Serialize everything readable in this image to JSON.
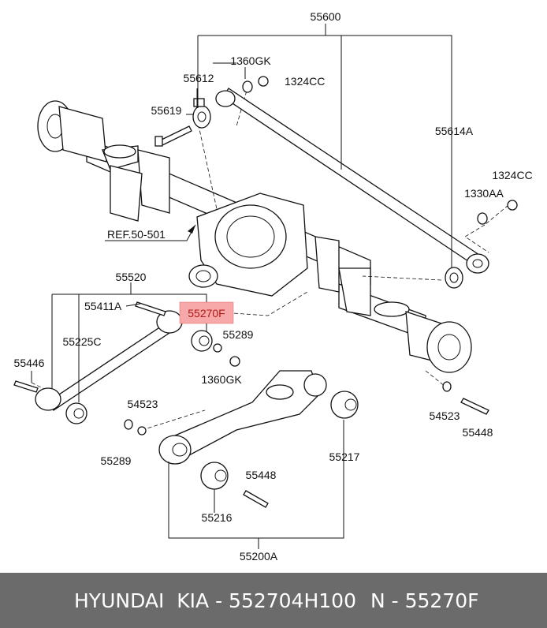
{
  "labels": {
    "p55600": "55600",
    "p55612": "55612",
    "p1360gk_top": "1360GK",
    "p1324cc_top": "1324CC",
    "p55619": "55619",
    "p55614a": "55614A",
    "p1324cc_right": "1324CC",
    "p1330aa": "1330AA",
    "ref": "REF.50-501",
    "p55520": "55520",
    "p55411a": "55411A",
    "p55270f": "55270F",
    "p55225c": "55225C",
    "p55289_right": "55289",
    "p55446": "55446",
    "p1360gk_mid": "1360GK",
    "p54523_left": "54523",
    "p54523_right": "54523",
    "p55448_right": "55448",
    "p55289_left": "55289",
    "p55217": "55217",
    "p55448_mid": "55448",
    "p55216": "55216",
    "p55200a": "55200A"
  },
  "footer": {
    "brands": "HYUNDAI  KIA - 552704H100",
    "number": "N - 55270F"
  },
  "colors": {
    "highlight": "#f7a8a8",
    "footer_bg": "#6b6b6b"
  }
}
